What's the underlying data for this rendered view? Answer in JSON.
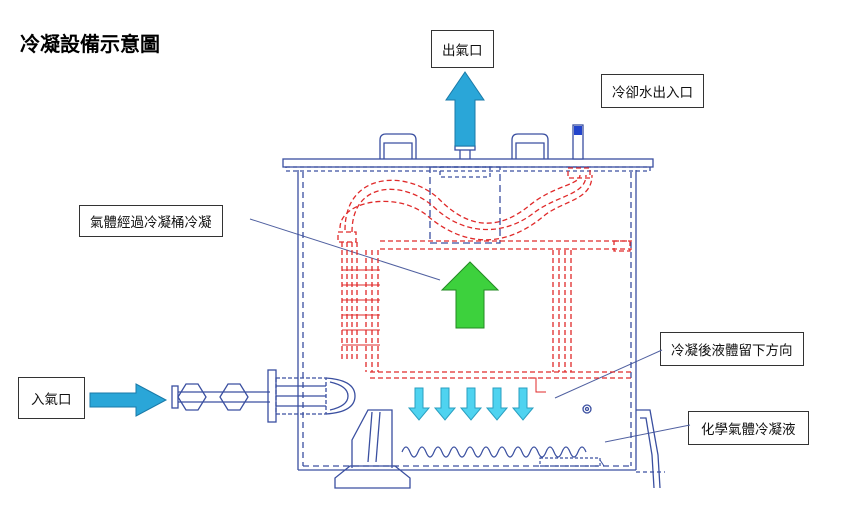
{
  "title": "冷凝設備示意圖",
  "labels": {
    "outlet": "出氣口",
    "cooling_water": "冷卻水出入口",
    "gas_condense": "氣體經過冷凝桶冷凝",
    "liquid_drop": "冷凝後液體留下方向",
    "chem_liquid": "化學氣體冷凝液",
    "inlet": "入氣口"
  },
  "colors": {
    "tank_outline": "#3a4fa0",
    "coil": "#e02a2a",
    "gas_arrow": "#3dd13d",
    "flow_arrow": "#2aa6d8",
    "drop_arrow": "#4fd3f0"
  }
}
